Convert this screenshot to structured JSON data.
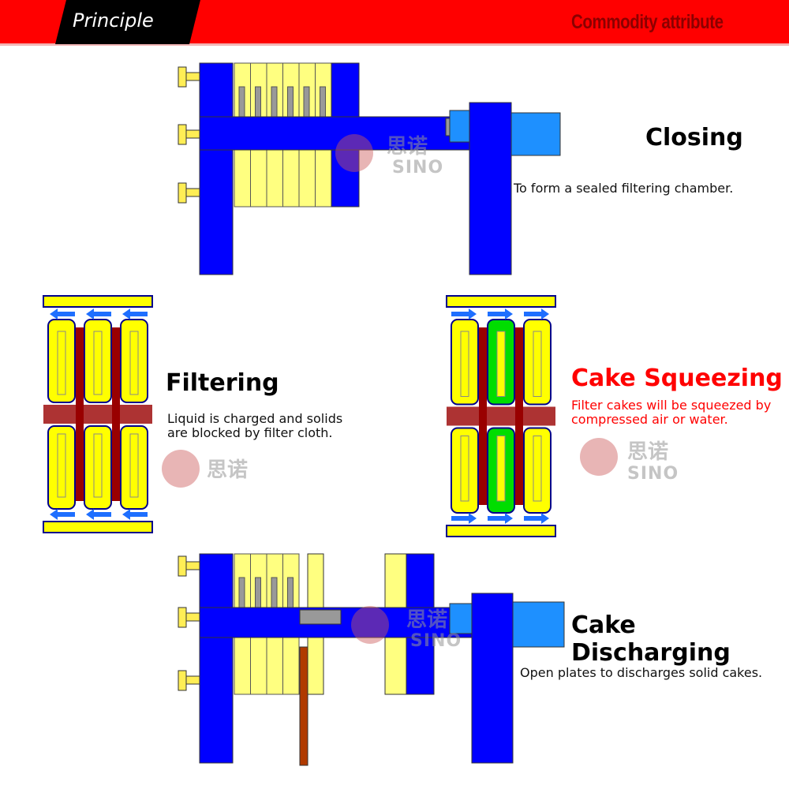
{
  "header": {
    "tab_label": "Principle",
    "attribute_label": "Commodity attribute",
    "bar_color": "#ff0000"
  },
  "watermark": {
    "cn": "思诺",
    "en": "SINO"
  },
  "steps": [
    {
      "title": "Closing",
      "description": "To form a sealed filtering chamber."
    },
    {
      "title": "Filtering",
      "description_lines": [
        "Liquid is charged and solids",
        "are blocked by filter cloth."
      ]
    },
    {
      "title": "Cake Squeezing",
      "description_lines": [
        "Filter cakes will be squeezed by",
        "compressed air or water."
      ],
      "color": "#ff0000"
    },
    {
      "title": "Cake Discharging",
      "description": "Open plates to discharges solid cakes."
    }
  ],
  "colors": {
    "frame": "#0000ff",
    "plate": "#ffff80",
    "motor": "#1e90ff",
    "cake": "#990000",
    "squeeze": "#00dd00",
    "flow": "#1e6fff"
  }
}
